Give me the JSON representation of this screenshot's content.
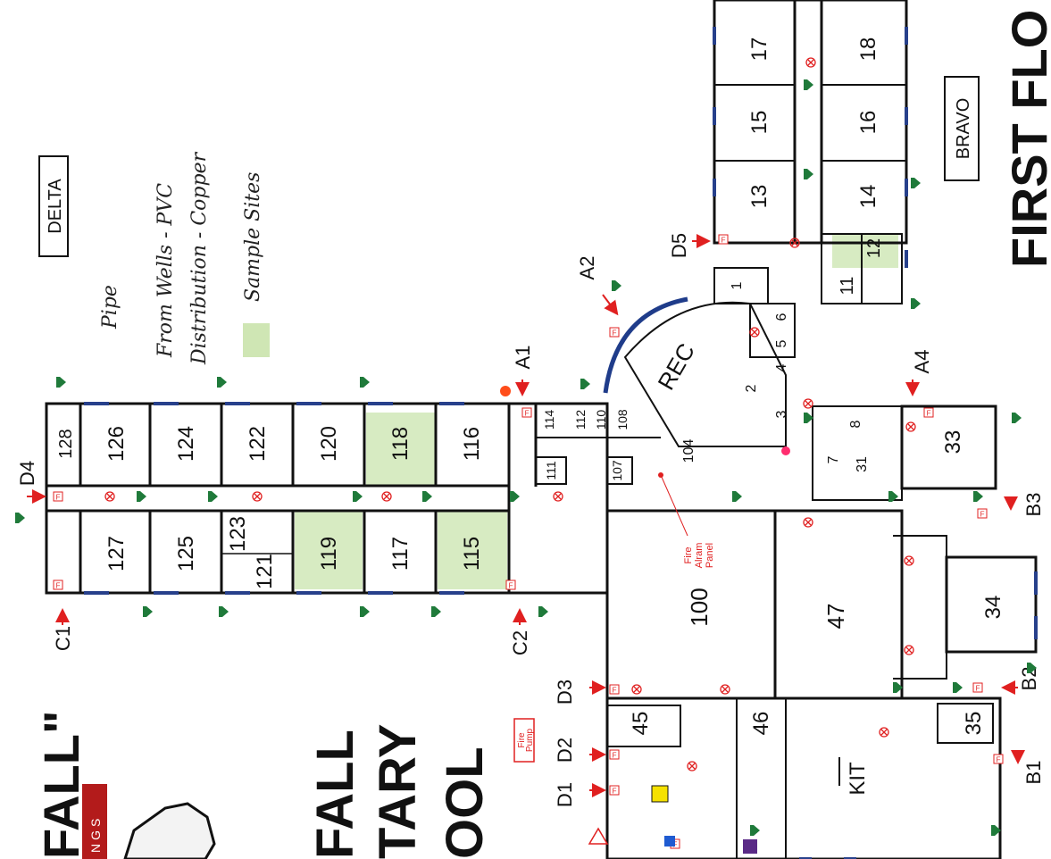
{
  "zones": {
    "delta": "DELTA",
    "bravo": "BRAVO",
    "floor": "FIRST FLO"
  },
  "legend": {
    "pipe": "Pipe",
    "wells": "From Wells  - PVC",
    "distribution": "Distribution - Copper",
    "sample": "Sample  Sites"
  },
  "fire_pump_line1": "Fire",
  "fire_pump_line2": "Pump",
  "fire_panel": [
    "Fire",
    "Alram",
    "Panel"
  ],
  "school": {
    "brand": "FALL\"",
    "tagline": "NGS",
    "name": [
      "FALL",
      "TARY",
      "OOL"
    ]
  },
  "entrances": [
    "A1",
    "A2",
    "A4",
    "B1",
    "B2",
    "B3",
    "C1",
    "C2",
    "D1",
    "D2",
    "D3",
    "D4",
    "D5"
  ],
  "rooms_left_wing_top": [
    "128",
    "126",
    "124",
    "122",
    "120",
    "118",
    "116"
  ],
  "rooms_left_wing_bottom": [
    "127",
    "125",
    "123",
    "121",
    "119",
    "117",
    "115"
  ],
  "rooms_center": [
    "114",
    "112",
    "110",
    "108",
    "111",
    "107",
    "104",
    "REC",
    "1",
    "2",
    "3",
    "4",
    "5",
    "6",
    "100",
    "47"
  ],
  "rooms_right_wing": [
    "17",
    "18",
    "15",
    "16",
    "13",
    "14",
    "12",
    "11",
    "8",
    "7",
    "31",
    "33",
    "34",
    "35",
    "45",
    "46",
    "KIT"
  ],
  "sample_site_rooms": [
    "118",
    "115",
    "119",
    "12"
  ]
}
